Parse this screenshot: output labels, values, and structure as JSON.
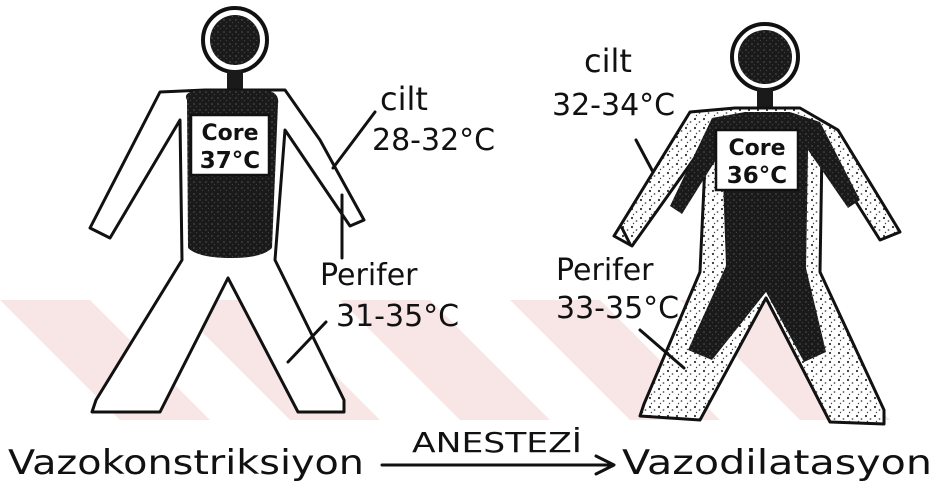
{
  "left_figure": {
    "core_word": "Core",
    "core_temp": "37°C",
    "skin_label": "cilt",
    "skin_range": "28-32°C",
    "periphery_label": "Perifer",
    "periphery_range": "31-35°C"
  },
  "right_figure": {
    "core_word": "Core",
    "core_temp": "36°C",
    "skin_label": "cilt",
    "skin_range": "32-34°C",
    "periphery_label": "Perifer",
    "periphery_range": "33-35°C"
  },
  "caption": {
    "left_state": "Vazokonstriksiyon",
    "transition": "ANESTEZİ",
    "right_state": "Vazodilatasyon"
  },
  "colors": {
    "ink": "#111111",
    "watermark": "#f3d2d2"
  }
}
